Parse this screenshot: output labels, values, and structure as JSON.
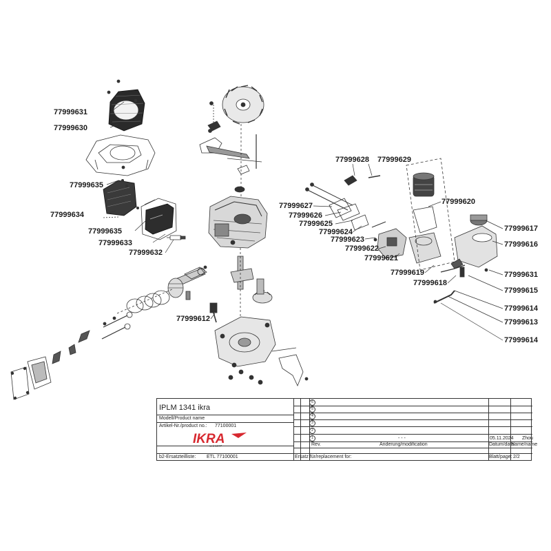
{
  "diagram": {
    "part_labels": {
      "p631a": "77999631",
      "p630": "77999630",
      "p635a": "77999635",
      "p634": "77999634",
      "p635b": "77999635",
      "p633": "77999633",
      "p632": "77999632",
      "p612": "77999612",
      "p628": "77999628",
      "p629": "77999629",
      "p620": "77999620",
      "p627": "77999627",
      "p626": "77999626",
      "p625": "77999625",
      "p624": "77999624",
      "p623": "77999623",
      "p622": "77999622",
      "p621": "77999621",
      "p619": "77999619",
      "p618": "77999618",
      "p617": "77999617",
      "p616": "77999616",
      "p631b": "77999631",
      "p615": "77999615",
      "p614a": "77999614",
      "p613": "77999613",
      "p614b": "77999614"
    }
  },
  "title_block": {
    "product_name": "IPLM 1341 ikra",
    "model_label": "Modell/Product name",
    "article_label": "Artikel-Nr./product no.:",
    "article_value": "77100001",
    "logo_text": "IKRA",
    "logo_subtext": "seit 1977",
    "etl_label": "b2-Ersatzteilliste:",
    "etl_value": "ETL 77100001",
    "replacement_label": "Ersatz für/replacement for:",
    "rev_numbers": [
      "6",
      "5",
      "4",
      "3",
      "2",
      "1"
    ],
    "rev_header": "Rev.",
    "change_header": "Änderung/modification",
    "rev1_change": "- - -",
    "rev1_date": "05.11.2024",
    "rev1_name": "Zhou",
    "date_header": "Datum/date",
    "name_header": "Name/name",
    "sheet_label": "Blatt/page:",
    "sheet_value": "2/2"
  },
  "colors": {
    "line": "#333333",
    "logo_red": "#d7282f",
    "label": "#1a1a1a"
  }
}
